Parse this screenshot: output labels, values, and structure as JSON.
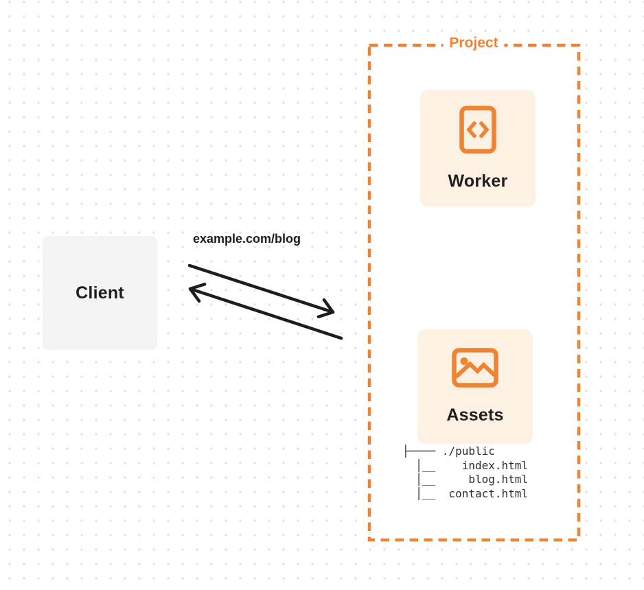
{
  "client": {
    "label": "Client"
  },
  "request": {
    "url_label": "example.com/blog"
  },
  "project": {
    "label": "Project",
    "worker": {
      "label": "Worker",
      "icon": "code-file-icon"
    },
    "assets": {
      "label": "Assets",
      "icon": "image-icon"
    },
    "file_tree": [
      "├──── ./public",
      "  │__    index.html",
      "  │__     blog.html",
      "  │__  contact.html"
    ]
  },
  "colors": {
    "orange": "#ee8433",
    "card_background": "#fcf1e3",
    "client_background": "#f4f4f5",
    "arrow": "#1d1d1d",
    "dot_grid": "#e3e3e3",
    "label_text": "#1f1f1f"
  }
}
